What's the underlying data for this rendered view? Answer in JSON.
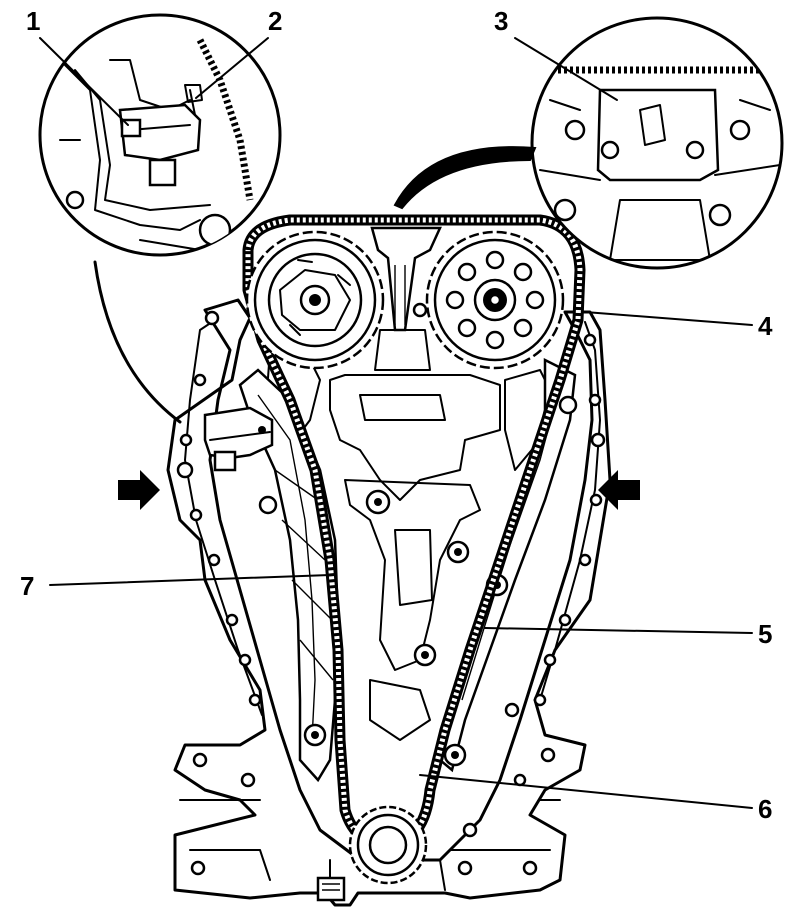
{
  "figure": {
    "callouts": [
      {
        "id": "1",
        "label": "1"
      },
      {
        "id": "2",
        "label": "2"
      },
      {
        "id": "3",
        "label": "3"
      },
      {
        "id": "4",
        "label": "4"
      },
      {
        "id": "5",
        "label": "5"
      },
      {
        "id": "6",
        "label": "6"
      },
      {
        "id": "7",
        "label": "7"
      }
    ],
    "colors": {
      "ink": "#000000",
      "paper": "#ffffff"
    },
    "icons": [
      "arrow-right-icon",
      "arrow-left-icon"
    ]
  }
}
